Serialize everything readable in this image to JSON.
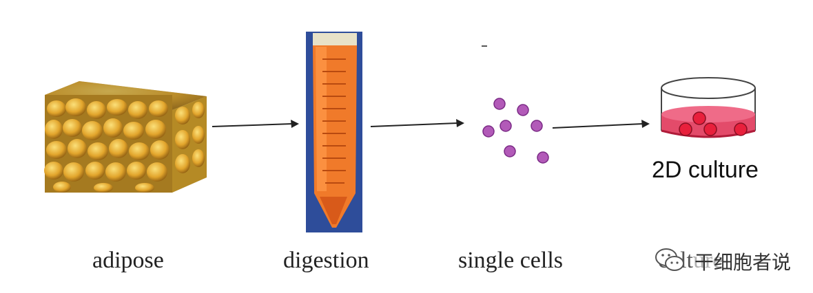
{
  "stages": [
    {
      "label": "adipose"
    },
    {
      "label": "digestion"
    },
    {
      "label": "single cells"
    },
    {
      "label": "culture"
    }
  ],
  "culture_title": "2D culture",
  "watermark": "干细胞者说",
  "colors": {
    "fat": "#e2a52c",
    "tube": "#f07a2a",
    "tube_bg": "#2e4d9a",
    "cell": "#b25ab8",
    "medium": "#e34b6a",
    "dish_cell": "#e8203c",
    "arrow": "#222222"
  },
  "icons": [
    "adipose-tissue-block",
    "centrifuge-tube",
    "culture-dish",
    "wechat-icon"
  ]
}
